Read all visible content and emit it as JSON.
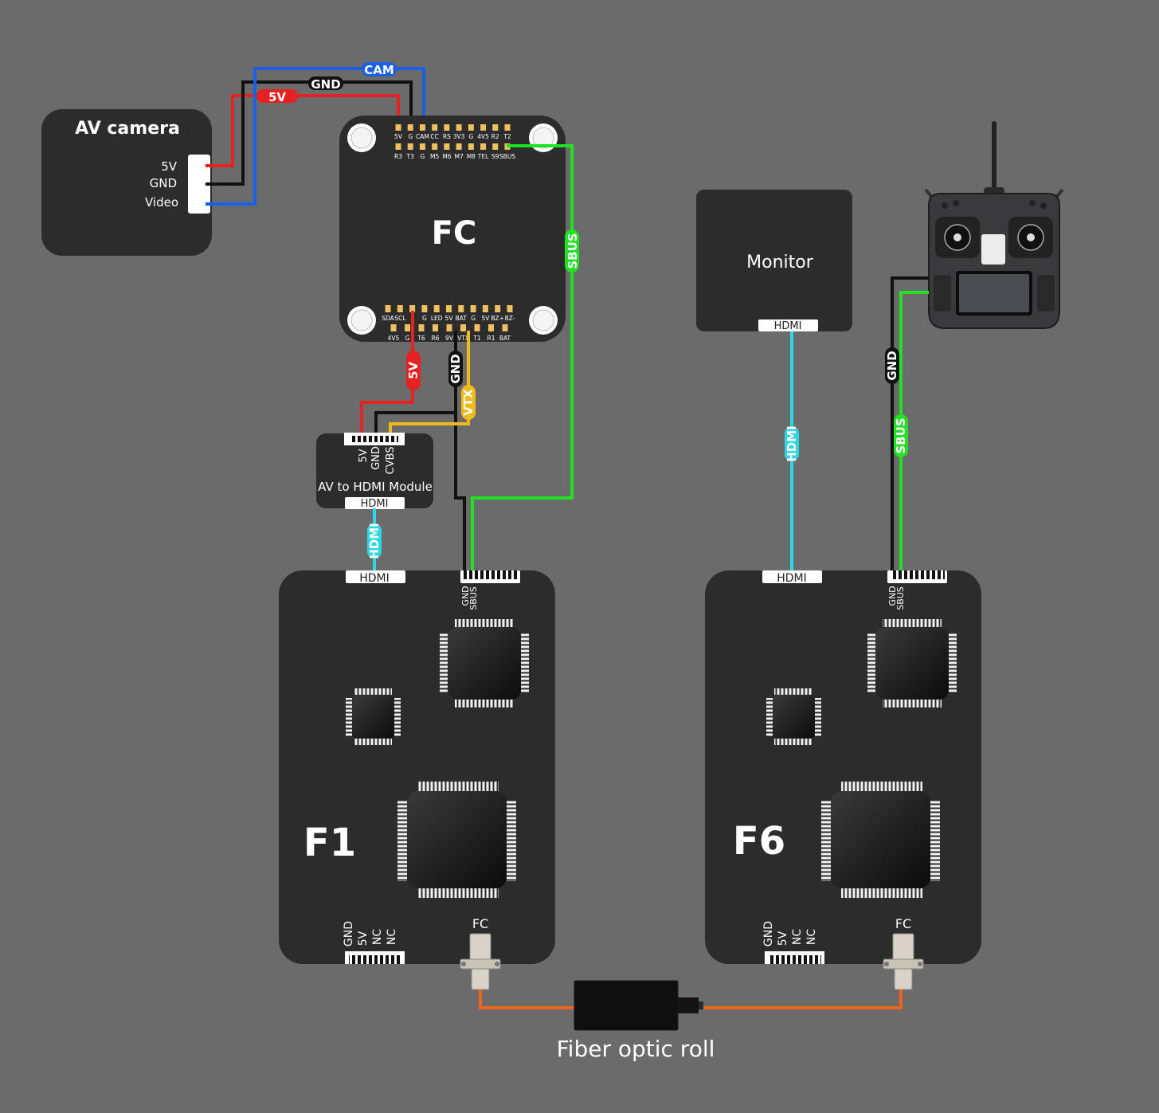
{
  "av_camera": {
    "title": "AV camera",
    "pins": [
      "5V",
      "GND",
      "Video"
    ]
  },
  "fc": {
    "title": "FC",
    "top_row_1": [
      "5V",
      "G",
      "CAM",
      "CC",
      "RS",
      "3V3",
      "G",
      "4V5",
      "R2",
      "T2"
    ],
    "top_row_2": [
      "R3",
      "T3",
      "G",
      "M5",
      "M6",
      "M7",
      "M8",
      "TEL",
      "S9",
      "SBUS"
    ],
    "bottom_row_1": [
      "SDA",
      "SCL",
      "5",
      "G",
      "LED",
      "5V",
      "BAT",
      "G",
      "5V",
      "BZ+",
      "BZ-"
    ],
    "bottom_row_2": [
      "4V5",
      "G",
      "T6",
      "R6",
      "9V",
      "VTX",
      "T1",
      "R1",
      "BAT"
    ]
  },
  "wires": {
    "cam": "CAM",
    "gnd": "GND",
    "v5": "5V",
    "sbus": "SBUS",
    "fc_5v": "5V",
    "fc_gnd": "GND",
    "fc_vtx": "VTX",
    "hdmi": "HDMI",
    "rc_gnd": "GND",
    "rc_sbus": "SBUS"
  },
  "av_hdmi": {
    "title": "AV to HDMI Module",
    "pins": [
      "5V",
      "GND",
      "CVBS"
    ],
    "port": "HDMI"
  },
  "monitor": {
    "title": "Monitor",
    "port": "HDMI"
  },
  "f1": {
    "title": "F1",
    "hdmi": "HDMI",
    "sbus_pins": [
      "GND",
      "SBUS"
    ],
    "power_pins": [
      "GND",
      "5V",
      "NC",
      "NC"
    ],
    "fiber": "FC"
  },
  "f6": {
    "title": "F6",
    "hdmi": "HDMI",
    "sbus_pins": [
      "GND",
      "SBUS"
    ],
    "power_pins": [
      "GND",
      "5V",
      "NC",
      "NC"
    ],
    "fiber": "FC"
  },
  "fiber": {
    "label": "Fiber optic roll"
  },
  "colors": {
    "red": "#e52222",
    "black": "#111111",
    "blue": "#1a5fe6",
    "green": "#22e022",
    "yellow": "#f0b91c",
    "cyan": "#2fd6e6",
    "orange": "#f0641c"
  },
  "icons": [
    "rc-transmitter-icon",
    "chip-icon",
    "fiber-connector-icon"
  ]
}
